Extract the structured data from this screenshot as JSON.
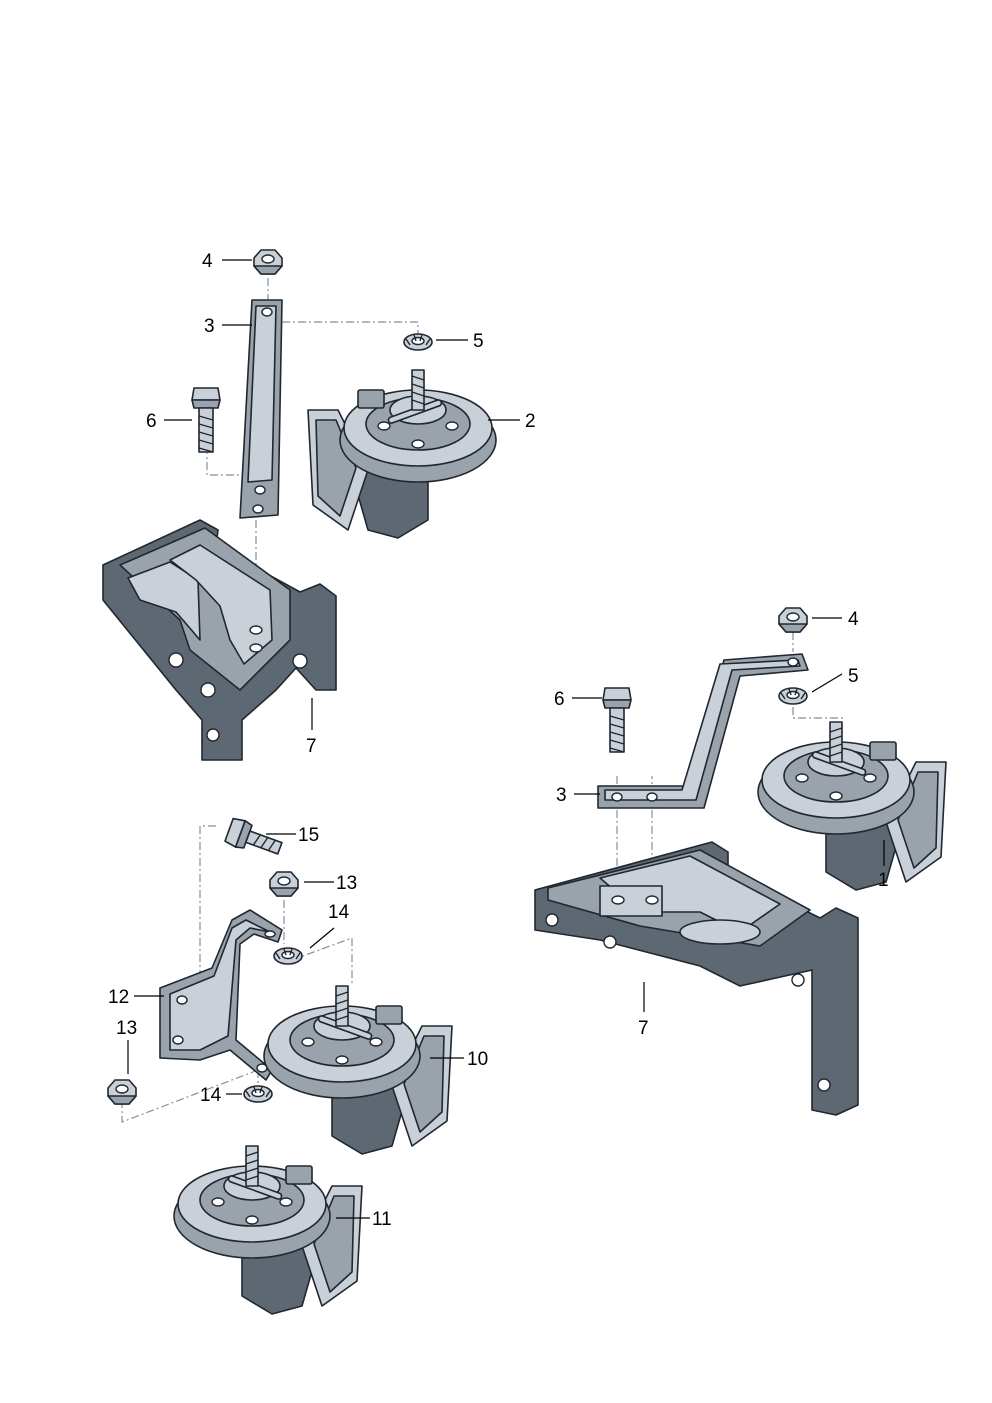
{
  "diagram": {
    "callouts": {
      "left_4": "4",
      "left_3": "3",
      "left_5": "5",
      "left_6": "6",
      "left_2": "2",
      "left_7": "7",
      "right_4": "4",
      "right_5": "5",
      "right_6": "6",
      "right_3": "3",
      "right_1": "1",
      "right_7": "7",
      "bottom_15": "15",
      "bottom_13a": "13",
      "bottom_14a": "14",
      "bottom_12": "12",
      "bottom_13b": "13",
      "bottom_10": "10",
      "bottom_14b": "14",
      "bottom_11": "11"
    },
    "part_icons": {
      "nut": "hex-nut-icon",
      "washer": "lock-washer-icon",
      "bolt": "hex-bolt-icon",
      "horn": "horn-icon",
      "bracket": "bracket-icon",
      "carrier": "carrier-icon"
    }
  }
}
